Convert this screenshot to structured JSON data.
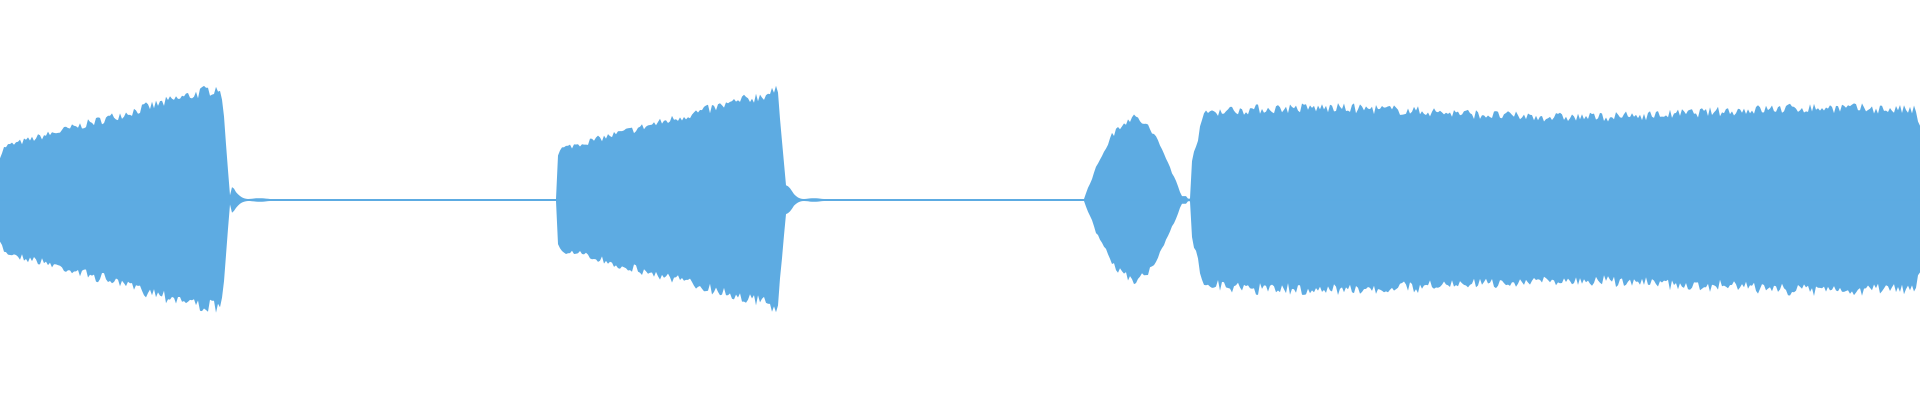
{
  "waveform": {
    "color": "#5dabe2",
    "segments": [
      {
        "name": "segment-1",
        "shape": "swell",
        "start": 0.0,
        "end": 0.12,
        "peak": 0.78
      },
      {
        "name": "tail-1",
        "shape": "decay",
        "start": 0.12,
        "end": 0.29,
        "peak": 0.1
      },
      {
        "name": "segment-2",
        "shape": "swell",
        "start": 0.29,
        "end": 0.41,
        "peak": 0.75
      },
      {
        "name": "tail-2",
        "shape": "decay",
        "start": 0.41,
        "end": 0.565,
        "peak": 0.1
      },
      {
        "name": "segment-3",
        "shape": "bump",
        "start": 0.565,
        "end": 0.618,
        "peak": 0.55
      },
      {
        "name": "segment-4",
        "shape": "sustain",
        "start": 0.62,
        "end": 1.0,
        "peak": 0.62
      }
    ]
  }
}
